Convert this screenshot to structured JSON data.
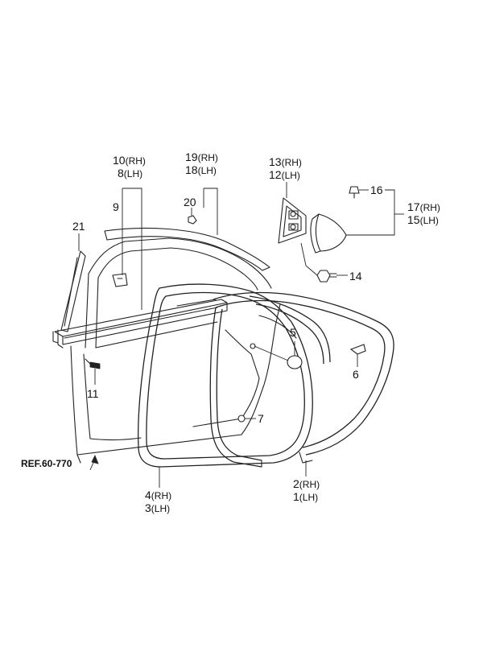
{
  "diagram": {
    "parts": [
      {
        "no": "1",
        "variant": "(LH)"
      },
      {
        "no": "2",
        "variant": "(RH)"
      },
      {
        "no": "3",
        "variant": "(LH)"
      },
      {
        "no": "4",
        "variant": "(RH)"
      },
      {
        "no": "5"
      },
      {
        "no": "6"
      },
      {
        "no": "7"
      },
      {
        "no": "8",
        "variant": "(LH)"
      },
      {
        "no": "9"
      },
      {
        "no": "10",
        "variant": "(RH)"
      },
      {
        "no": "11"
      },
      {
        "no": "12",
        "variant": "(LH)"
      },
      {
        "no": "13",
        "variant": "(RH)"
      },
      {
        "no": "14"
      },
      {
        "no": "15",
        "variant": "(LH)"
      },
      {
        "no": "16"
      },
      {
        "no": "17",
        "variant": "(RH)"
      },
      {
        "no": "18",
        "variant": "(LH)"
      },
      {
        "no": "19",
        "variant": "(RH)"
      },
      {
        "no": "20"
      },
      {
        "no": "21"
      }
    ],
    "reference": "REF.60-770"
  }
}
